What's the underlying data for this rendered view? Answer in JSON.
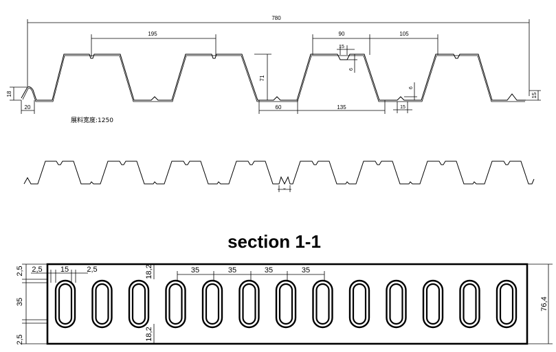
{
  "top_profile": {
    "dims": {
      "total_width": "780",
      "rib_pitch": "195",
      "top_flange": "90",
      "rib_gap_top": "105",
      "stiffener_width": "15",
      "stiffener_depth": "6",
      "rib_height": "71",
      "bottom_pan": "60",
      "rib_spacing_bottom": "135",
      "bottom_stiffener_width": "15",
      "bottom_stiffener_depth": "6",
      "edge_height_left": "18",
      "edge_width_left": "20",
      "edge_height_right": "15"
    },
    "note_label": "展料宽度:",
    "note_value": "1250"
  },
  "section": {
    "title": "section 1-1",
    "dims": {
      "top_margin": "2,5",
      "bottom_margin": "2,5",
      "slot_length": "35",
      "left_offset": "2,5",
      "slot_width": "15",
      "slot_gap": "2,5",
      "edge_top": "18,2",
      "edge_bottom": "18,2",
      "pitch": [
        "35",
        "35",
        "35",
        "35"
      ],
      "overall_height": "76,4"
    },
    "slot_count": 13
  }
}
